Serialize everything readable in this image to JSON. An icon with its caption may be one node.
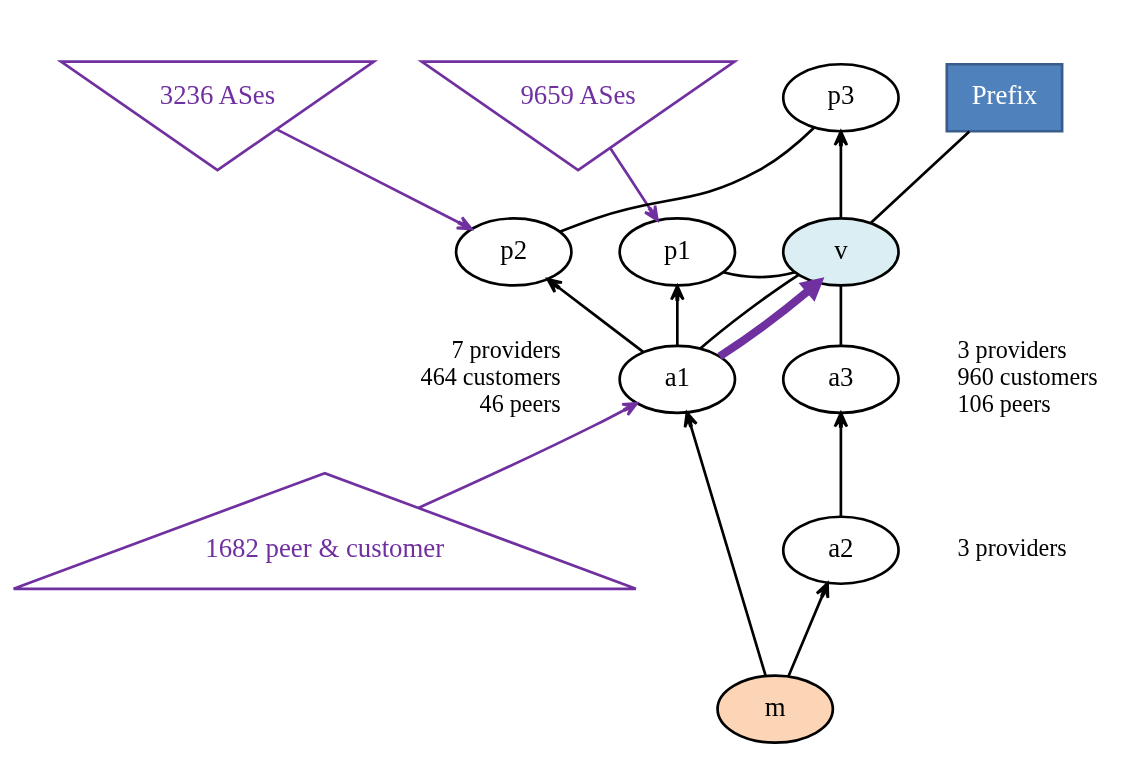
{
  "diagram": {
    "nodes": [
      {
        "text": [
          "3236 ASes"
        ]
      },
      {
        "text": [
          "9659 ASes"
        ]
      },
      {
        "text": [
          "p3"
        ]
      },
      {
        "text": [
          "Prefix"
        ]
      },
      {
        "text": [
          "p2"
        ]
      },
      {
        "text": [
          "p1"
        ]
      },
      {
        "text": [
          "v"
        ]
      },
      {
        "text": [
          "a1"
        ],
        "beside": [
          "7 providers",
          "464 customers",
          "46 peers"
        ]
      },
      {
        "text": [
          "a3"
        ],
        "beside": [
          "3 providers",
          "960 customers",
          "106 peers"
        ]
      },
      {
        "text": [
          "a2"
        ],
        "beside": [
          "3 providers"
        ]
      },
      {
        "text": [
          "1682 peer & customer"
        ]
      },
      {
        "text": [
          "m"
        ]
      }
    ],
    "edges": [
      {
        "from": 0,
        "to": 4,
        "arrow": "to",
        "color": "#7030a0"
      },
      {
        "from": 1,
        "to": 5,
        "arrow": "to",
        "color": "#7030a0"
      },
      {
        "from": 10,
        "to": 7,
        "arrow": "to",
        "color": "#7030a0"
      },
      {
        "from": 2,
        "to": 4,
        "arrow": "none"
      },
      {
        "from": 7,
        "to": 4,
        "arrow": "to"
      },
      {
        "from": 7,
        "to": 5,
        "arrow": "to"
      },
      {
        "from": 6,
        "to": 2,
        "arrow": "to"
      },
      {
        "from": 5,
        "to": 6,
        "arrow": "none"
      },
      {
        "from": 7,
        "to": 6,
        "arrow": "none"
      },
      {
        "from": 6,
        "to": 3,
        "arrow": "none"
      },
      {
        "from": 6,
        "to": 8,
        "arrow": "none"
      },
      {
        "from": 9,
        "to": 8,
        "arrow": "to"
      },
      {
        "from": 11,
        "to": 7,
        "arrow": "to"
      },
      {
        "from": 11,
        "to": 9,
        "arrow": "to"
      },
      {
        "from": 7,
        "to": 6,
        "arrow": "to",
        "style": "thick",
        "color": "#7030a0"
      }
    ]
  }
}
